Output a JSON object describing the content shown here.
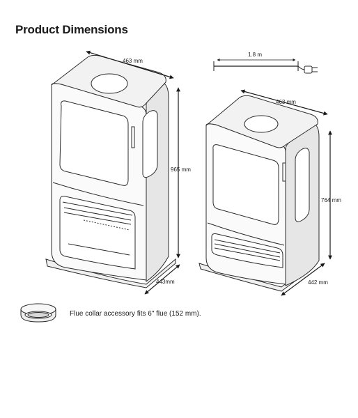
{
  "title": "Product Dimensions",
  "tall_stove": {
    "width_label": "463 mm",
    "height_label": "965 mm",
    "depth_label": "443mm"
  },
  "short_stove": {
    "width_label": "463 mm",
    "height_label": "764 mm",
    "depth_label": "442 mm"
  },
  "power_cord": {
    "length_label": "1.8 m"
  },
  "flue_collar": {
    "caption": "Flue collar accessory fits 6\" flue (152 mm)."
  }
}
